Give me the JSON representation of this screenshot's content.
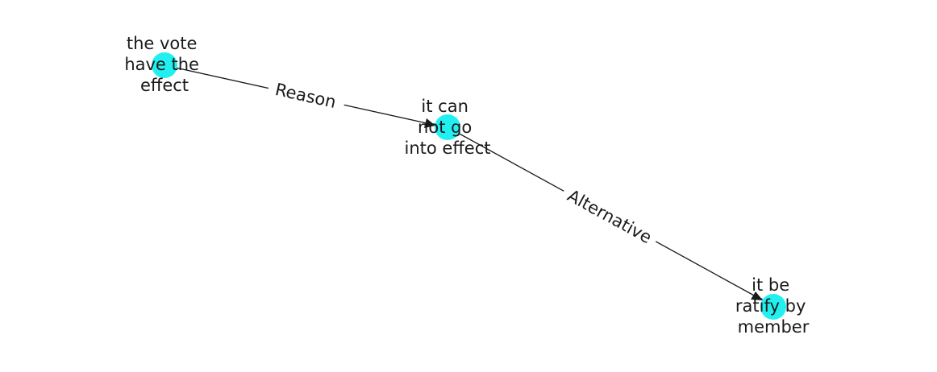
{
  "graph": {
    "node_color": "#22f0f0",
    "edge_color": "#1a1a1a",
    "nodes": [
      {
        "id": "n1",
        "lines": [
          "the vote",
          "have the",
          "effect"
        ]
      },
      {
        "id": "n2",
        "lines": [
          "it can",
          "not go",
          "into effect"
        ]
      },
      {
        "id": "n3",
        "lines": [
          "it be",
          "ratify by",
          "member"
        ]
      }
    ],
    "edges": [
      {
        "from": "n1",
        "to": "n2",
        "label": "Reason"
      },
      {
        "from": "n2",
        "to": "n3",
        "label": "Alternative"
      }
    ]
  }
}
